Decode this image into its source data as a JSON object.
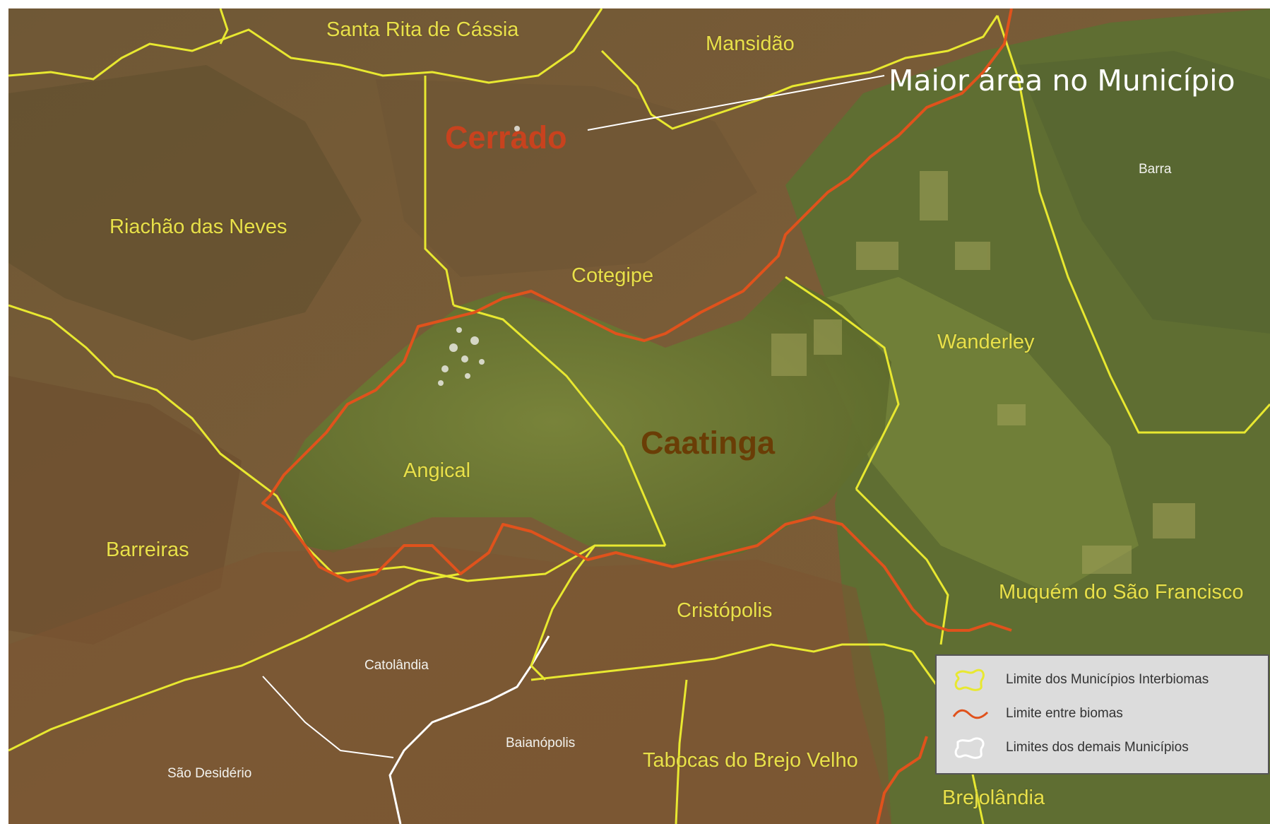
{
  "callout": {
    "text": "Maior área no Município"
  },
  "biomes": {
    "cerrado": "Cerrado",
    "caatinga": "Caatinga"
  },
  "municipalities": {
    "santa_rita": "Santa Rita de Cássia",
    "mansidao": "Mansidão",
    "barra": "Barra",
    "riachao": "Riachão das Neves",
    "cotegipe": "Cotegipe",
    "wanderley": "Wanderley",
    "angical": "Angical",
    "barreiras": "Barreiras",
    "muquem": "Muquém do São Francisco",
    "cristopolis": "Cristópolis",
    "catolandia": "Catolândia",
    "baianopolis": "Baianópolis",
    "sao_desiderio": "São Desidério",
    "tabocas": "Tabocas do Brejo Velho",
    "brejolandia": "Brejolândia"
  },
  "legend": {
    "items": [
      {
        "label": "Limite dos Municípios Interbiomas",
        "color": "#e8e830"
      },
      {
        "label": "Limite entre biomas",
        "color": "#e0521c"
      },
      {
        "label": "Limites dos demais Municípios",
        "color": "#ffffff"
      }
    ]
  },
  "colors": {
    "interbiome_limit": "#e8e830",
    "biome_limit": "#e0521c",
    "other_limit": "#ffffff",
    "cerrado_ground": "#7a5a36",
    "caatinga_ground": "#6e7a35"
  }
}
